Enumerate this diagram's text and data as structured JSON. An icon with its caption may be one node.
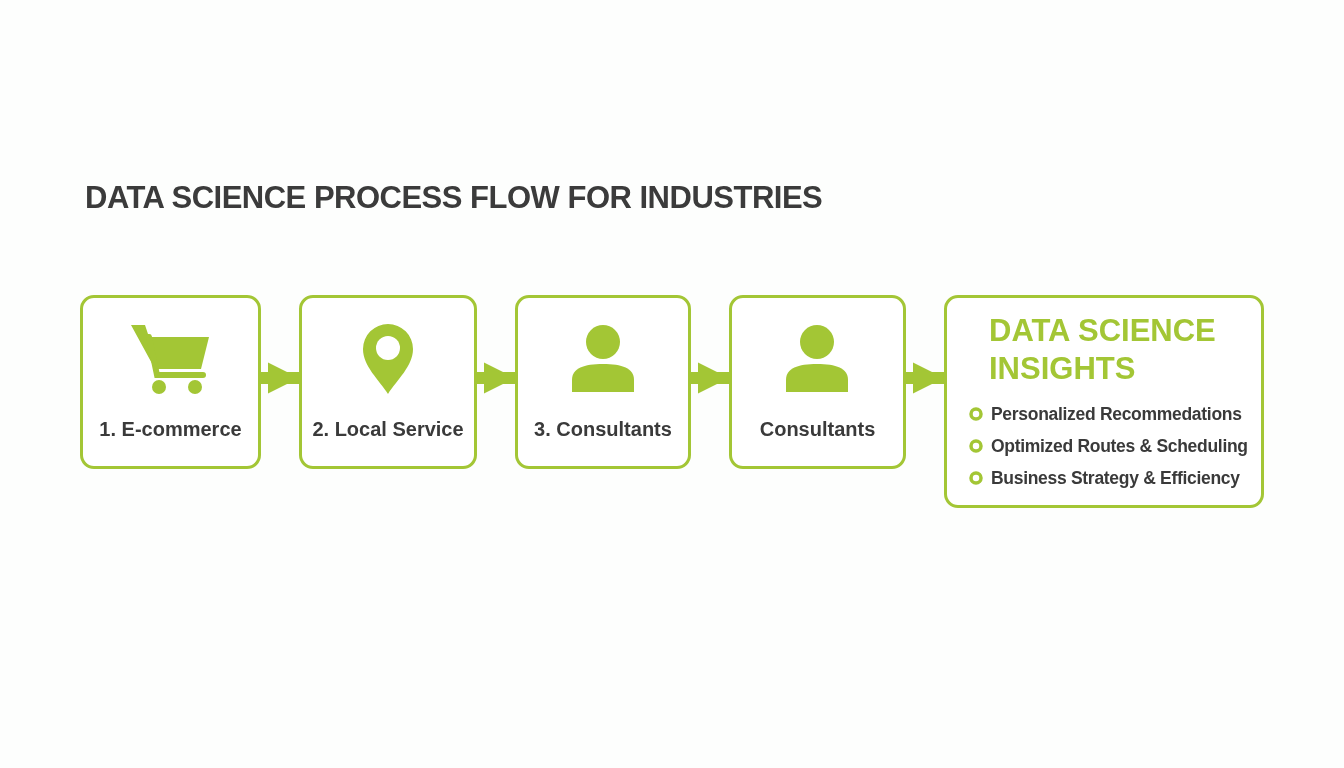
{
  "diagram": {
    "title": "DATA SCIENCE PROCESS FLOW FOR INDUSTRIES",
    "nodes": [
      {
        "text": [
          "1. E-commerce"
        ]
      },
      {
        "text": [
          "2. Local Service"
        ]
      },
      {
        "text": [
          "3. Consultants"
        ]
      },
      {
        "text": [
          "Consultants"
        ]
      },
      {
        "text": [
          "DATA SCIENCE INSIGHTS",
          "Personalized Recommedations",
          "Optimized Routes & Scheduling",
          "Business Strategy & Efficiency"
        ]
      }
    ],
    "edges": [
      {
        "from": 0,
        "to": 1,
        "arrow": "to"
      },
      {
        "from": 1,
        "to": 2,
        "arrow": "to"
      },
      {
        "from": 2,
        "to": 3,
        "arrow": "to"
      },
      {
        "from": 3,
        "to": 4,
        "arrow": "to"
      }
    ]
  }
}
